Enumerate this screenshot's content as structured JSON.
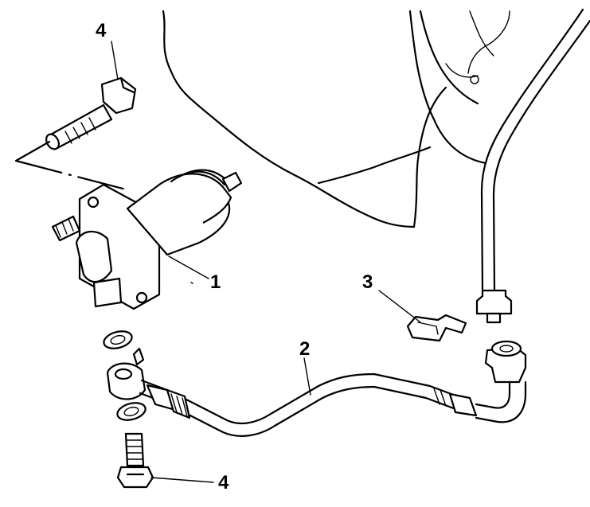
{
  "callouts": {
    "bolt_top": "4",
    "cylinder": "1",
    "pipe": "2",
    "clip": "3",
    "bolt_bottom": "4"
  }
}
